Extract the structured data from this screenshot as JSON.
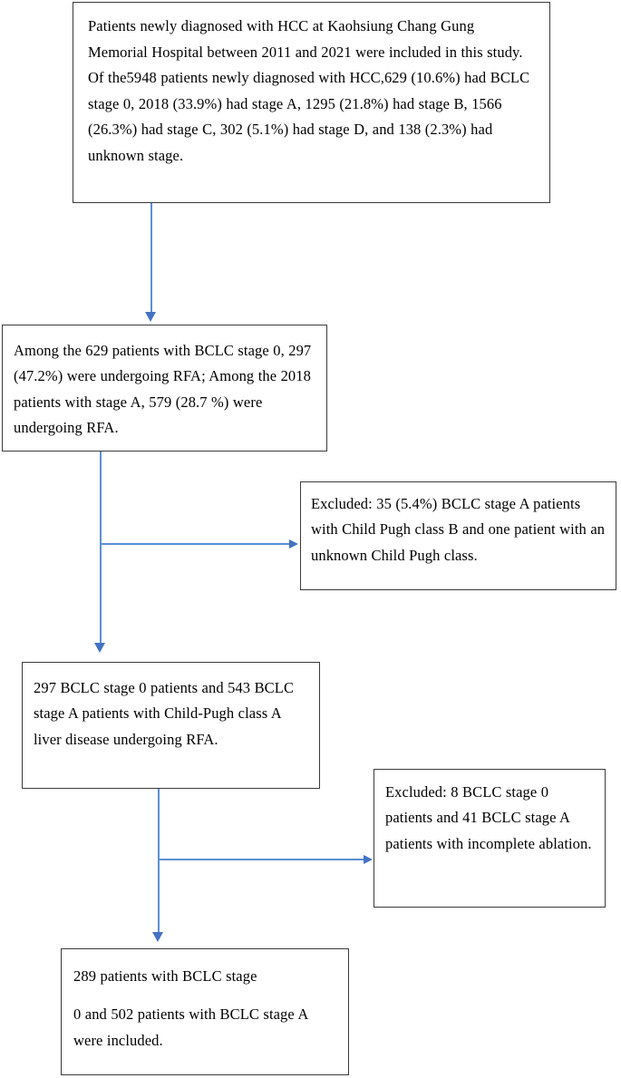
{
  "figure": {
    "type": "flowchart",
    "orientation": "top-to-bottom",
    "accent_color": "#4472C4",
    "box_border_color": "#3A3A3A",
    "background_color": "#FFFFFF"
  },
  "nodes": {
    "cohort": {
      "id": "cohort",
      "text": "Patients newly diagnosed with HCC at Kaohsiung Chang Gung Memorial Hospital between 2011 and 2021 were included in this study. Of the5948 patients newly diagnosed with HCC,629 (10.6%) had BCLC stage 0, 2018 (33.9%) had stage A, 1295 (21.8%) had stage B, 1566 (26.3%) had stage C, 302 (5.1%) had stage D, and 138 (2.3%) had unknown stage."
    },
    "rfa": {
      "id": "rfa",
      "text": "Among the 629 patients with BCLC stage 0, 297 (47.2%) were undergoing RFA; Among the 2018 patients with stage A, 579 (28.7 %) were undergoing RFA."
    },
    "excluded_child_pugh": {
      "id": "excluded_child_pugh",
      "text": "Excluded: 35 (5.4%) BCLC stage A patients with Child Pugh class B and one patient with an unknown Child Pugh class."
    },
    "child_pugh_a": {
      "id": "child_pugh_a",
      "text": "297 BCLC stage 0 patients and 543 BCLC stage A patients with Child-Pugh class A liver disease undergoing RFA."
    },
    "excluded_ablation": {
      "id": "excluded_ablation",
      "text": "Excluded: 8 BCLC stage 0 patients and 41 BCLC stage A patients with incomplete ablation."
    },
    "included": {
      "id": "included",
      "line1": "289 patients with BCLC stage",
      "line2": "0 and 502 patients with BCLC stage A were included."
    }
  },
  "edges": [
    {
      "from": "cohort",
      "to": "rfa",
      "style": "arrow-down"
    },
    {
      "from": "rfa",
      "to": "child_pugh_a",
      "style": "arrow-down"
    },
    {
      "from": "rfa",
      "to": "excluded_child_pugh",
      "style": "arrow-right"
    },
    {
      "from": "child_pugh_a",
      "to": "included",
      "style": "arrow-down"
    },
    {
      "from": "child_pugh_a",
      "to": "excluded_ablation",
      "style": "arrow-right"
    }
  ]
}
